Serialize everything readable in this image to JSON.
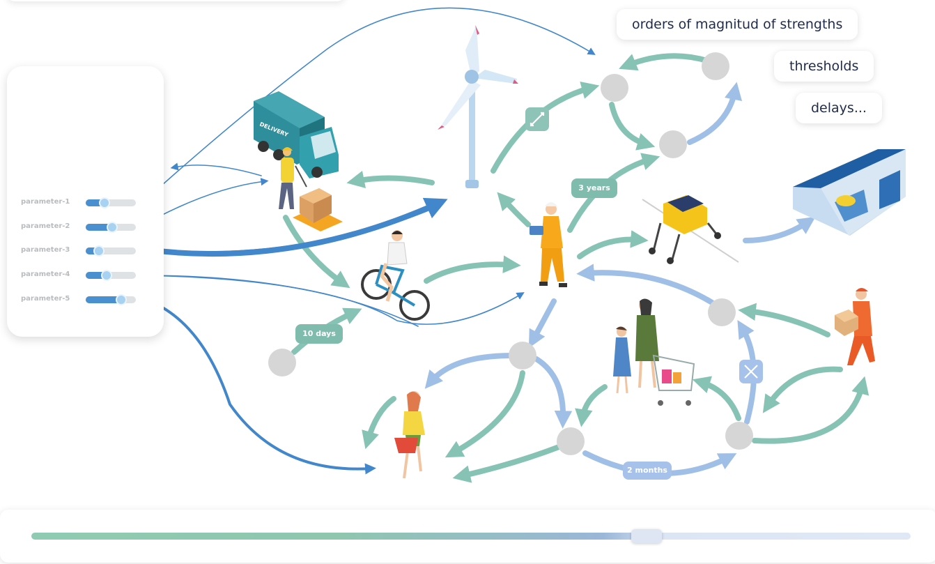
{
  "sidebar": {
    "parameters": [
      {
        "label": "parameter-1",
        "value": 0.37
      },
      {
        "label": "parameter-2",
        "value": 0.53
      },
      {
        "label": "parameter-3",
        "value": 0.27
      },
      {
        "label": "parameter-4",
        "value": 0.41
      },
      {
        "label": "parameter-5",
        "value": 0.71
      }
    ]
  },
  "tags": {
    "magnitude": "orders of magnitud of strengths",
    "thresholds": "thresholds",
    "delays": "delays..."
  },
  "delay_labels": {
    "ten_days": "10 days",
    "three_years": "3 years",
    "two_months": "2 months"
  },
  "truck_sign": "DELIVERY",
  "timeline": {
    "position": 0.7
  },
  "colors": {
    "teal_arrow": "#87c3b5",
    "blue_arrow": "#a0bfe6",
    "strong_blue": "#4287cb",
    "node": "#d6d6d6",
    "label_bg": "#7fbcae",
    "label_blue": "#a7c2ea",
    "pill_text": "#1f2b4d"
  }
}
